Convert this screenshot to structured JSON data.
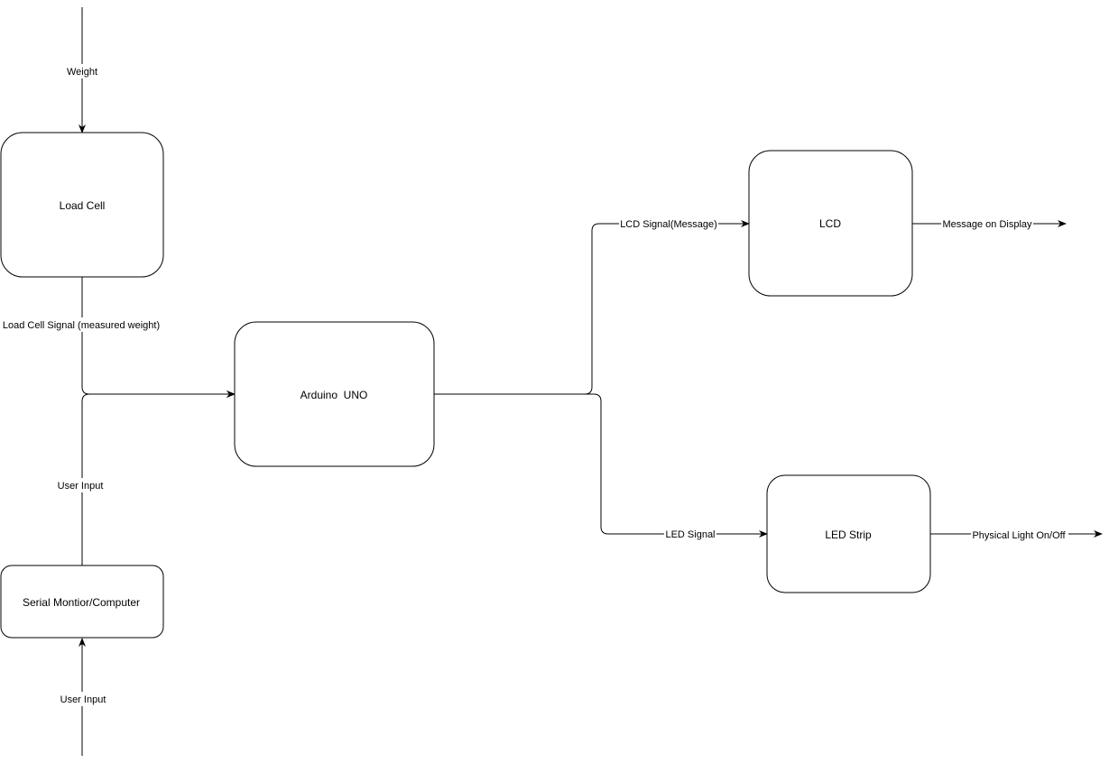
{
  "diagram": {
    "nodes": {
      "load_cell": {
        "label": "Load Cell"
      },
      "arduino": {
        "label": "Arduino  UNO"
      },
      "serial": {
        "label": "Serial Montior/Computer"
      },
      "lcd": {
        "label": "LCD"
      },
      "led_strip": {
        "label": "LED Strip"
      }
    },
    "edges": {
      "weight": {
        "label": "Weight"
      },
      "load_cell_signal": {
        "label": "Load Cell Signal (measured weight)"
      },
      "user_input_up": {
        "label": "User Input"
      },
      "user_input_in": {
        "label": "User Input"
      },
      "lcd_signal": {
        "label": "LCD Signal(Message)"
      },
      "message_out": {
        "label": "Message on Display"
      },
      "led_signal": {
        "label": "LED Signal"
      },
      "light_out": {
        "label": "Physical Light On/Off"
      }
    }
  }
}
